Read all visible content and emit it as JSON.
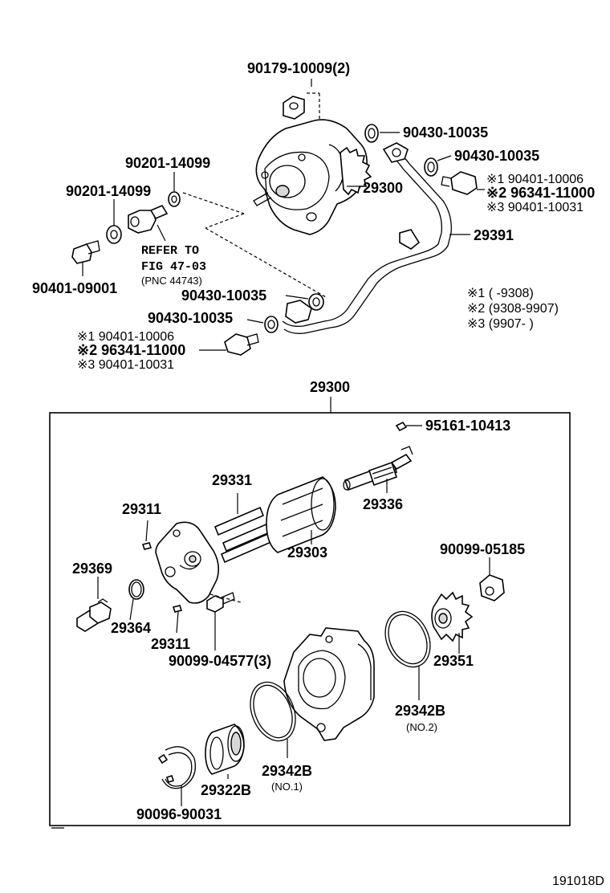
{
  "parts": {
    "nut_top": "90179-10009(2)",
    "gasket_a": "90430-10035",
    "gasket_b": "90430-10035",
    "gasket_c": "90430-10035",
    "gasket_d": "90430-10035",
    "washer_a": "90201-14099",
    "washer_b": "90201-14099",
    "bolt_left": "90401-09001",
    "pump_assy": "29300",
    "oil_pipe": "29391",
    "refer_line1": "REFER TO",
    "refer_line2": "FIG 47-03",
    "refer_pnc": "(PNC 44743)",
    "union_right_1": "※1 90401-10006",
    "union_right_2": "※2 96341-11000",
    "union_right_3": "※3 90401-10031",
    "union_left_1": "※1 90401-10006",
    "union_left_2": "※2 96341-11000",
    "union_left_3": "※3 90401-10031",
    "note_1": "※1  (        -9308)",
    "note_2": "※2  (9308-9907)",
    "note_3": "※3  (9907-        )",
    "box_title": "29300",
    "key": "95161-10413",
    "rotor_shaft": "29336",
    "vane": "29331",
    "pin_top": "29311",
    "rotor": "29303",
    "check_valve": "29369",
    "oring_small": "29364",
    "pin_bottom": "29311",
    "housing_bolt": "90099-04577(3)",
    "nut_gear": "90099-05185",
    "drive_gear": "29351",
    "oring_no2": "29342B",
    "oring_no2_sub": "(NO.2)",
    "oring_no1": "29342B",
    "oring_no1_sub": "(NO.1)",
    "bearing": "29322B",
    "snap_ring": "90096-90031"
  },
  "figure_code": "191018D"
}
